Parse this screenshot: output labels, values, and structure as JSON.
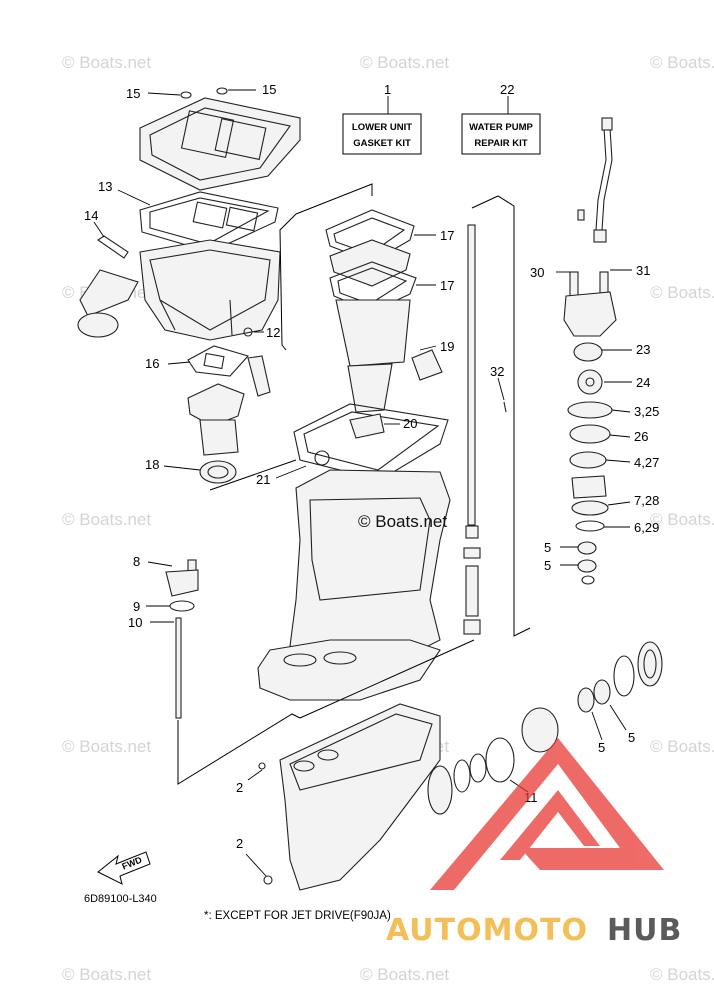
{
  "watermark": "© Boats.net",
  "center_watermark": "© Boats.net",
  "kits": {
    "lower_unit": {
      "line1": "LOWER UNIT",
      "line2": "GASKET KIT"
    },
    "water_pump": {
      "line1": "WATER PUMP",
      "line2": "REPAIR KIT"
    }
  },
  "callouts": {
    "c1": "1",
    "c22": "22",
    "c15a": "15",
    "c15b": "15",
    "c13": "13",
    "c14": "14",
    "c17a": "17",
    "c17b": "17",
    "c12": "12",
    "c16": "16",
    "c19": "19",
    "c32": "32",
    "c20": "20",
    "c18": "18",
    "c21": "21",
    "c30": "30",
    "c31": "31",
    "c23": "23",
    "c24": "24",
    "c3_25": "3,25",
    "c26": "26",
    "c4_27": "4,27",
    "c7_28": "7,28",
    "c6_29": "6,29",
    "c5a": "5",
    "c5b": "5",
    "c5c": "5",
    "c5d": "5",
    "c8": "8",
    "c9": "9",
    "c10": "10",
    "c2a": "2",
    "c2b": "2",
    "c11": "11"
  },
  "fwd_label": "FWD",
  "diagram_code": "6D89100-L340",
  "footnote": "*: EXCEPT FOR JET DRIVE(F90JA)",
  "brand": {
    "part1": "AUTOMOTO",
    "part2": "HUB",
    "color1": "#f0b43c",
    "color2": "#4a4a4a",
    "logo_color": "#e8322e"
  }
}
